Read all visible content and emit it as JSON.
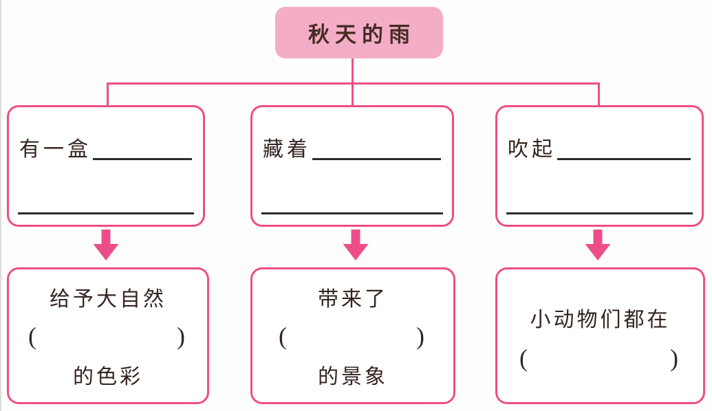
{
  "root_label": "秋天的雨",
  "branches": [
    {
      "prompt": "有一盒",
      "result": {
        "top": "给予大自然",
        "paren_open": "(",
        "paren_close": ")",
        "bottom": "的色彩"
      }
    },
    {
      "prompt": "藏着",
      "result": {
        "top": "带来了",
        "paren_open": "(",
        "paren_close": ")",
        "bottom": "的景象"
      }
    },
    {
      "prompt": "吹起",
      "result": {
        "top": "小动物们都在",
        "paren_open": "(",
        "paren_close": ")"
      }
    }
  ],
  "colors": {
    "border": "#ee4d86",
    "root_fill": "#f4adc7",
    "arrow": "#ec4d8a",
    "ink": "#33241f",
    "blank": "#2b2b2b"
  }
}
